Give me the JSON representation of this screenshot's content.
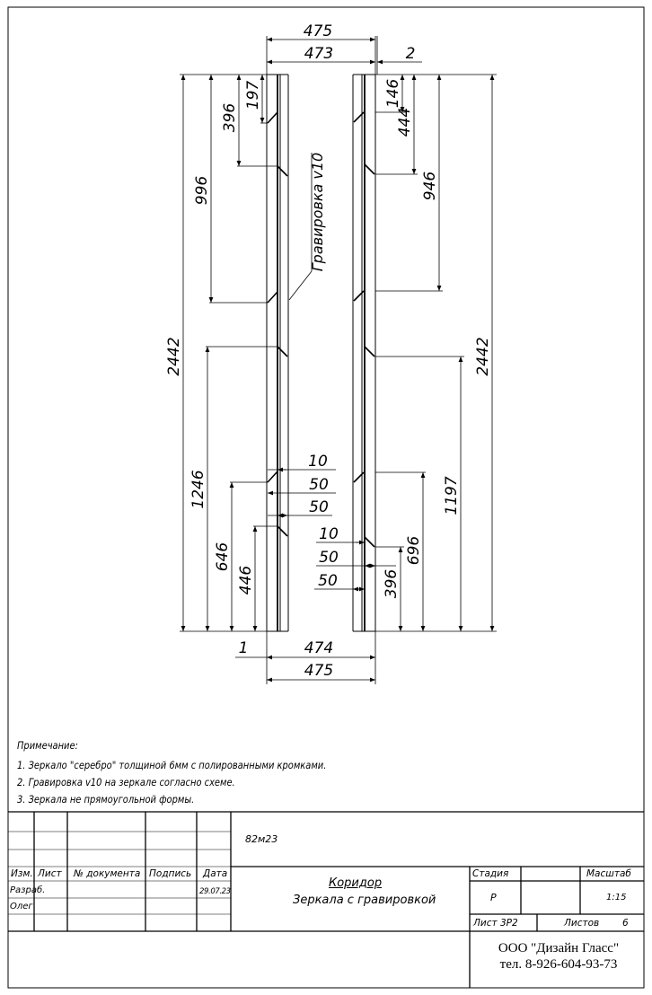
{
  "drawing": {
    "dimensions_top": {
      "overall": "475",
      "inner": "473",
      "gap": "2"
    },
    "dimensions_bottom": {
      "gap": "1",
      "inner": "474",
      "overall": "475"
    },
    "left_mirror": {
      "height": "2442",
      "engraving_offsets": [
        "197",
        "396",
        "996",
        "1246",
        "646",
        "446"
      ],
      "engraving_detail": [
        "10",
        "50",
        "50"
      ]
    },
    "right_mirror": {
      "height": "2442",
      "engraving_offsets": [
        "146",
        "444",
        "946",
        "1197",
        "696",
        "396"
      ],
      "engraving_detail": [
        "10",
        "50",
        "50"
      ]
    },
    "engraving_callout": "Гравировка v10"
  },
  "notes": {
    "heading": "Примечание:",
    "items": [
      "1. Зеркало \"серебро\" толщиной 6мм с полированными кромками.",
      "2. Гравировка v10 на зеркале согласно схеме.",
      "3. Зеркала не прямоугольной формы."
    ]
  },
  "title_block": {
    "doc_code": "82м23",
    "headers": {
      "change": "Изм.",
      "sheet": "Лист",
      "doc_no": "№ документа",
      "signature": "Подпись",
      "date": "Дата"
    },
    "developed_label": "Разраб.",
    "developer": "Олег",
    "date_value": "29.07.23",
    "title": "Коридор",
    "subtitle": "Зеркала с гравировкой",
    "stage_label": "Стадия",
    "stage_value": "Р",
    "scale_label": "Масштаб",
    "scale_value": "1:15",
    "sheet_label": "Лист 3Р2",
    "sheets_label": "Листов",
    "sheets_value": "6",
    "company": "ООО \"Дизайн Гласс\"",
    "phone": "тел. 8-926-604-93-73"
  }
}
